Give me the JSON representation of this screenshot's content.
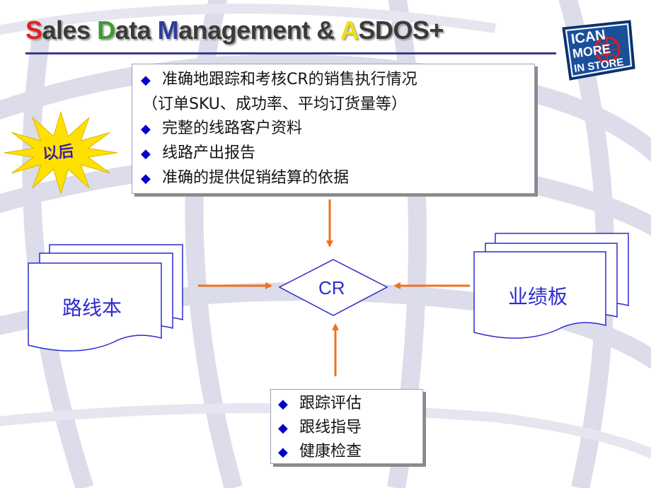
{
  "title": {
    "parts": [
      {
        "initial": "S",
        "rest": "ales "
      },
      {
        "initial": "D",
        "rest": "ata "
      },
      {
        "initial": "M",
        "rest": "anagement & "
      },
      {
        "initial": "A",
        "rest": "SDOS+"
      }
    ],
    "initial_colors": [
      "#e0231f",
      "#3f9b2f",
      "#2f3b9a",
      "#f0e010"
    ]
  },
  "logo": {
    "line1": "ICAN",
    "line2": "MORE",
    "line3": "IN STORE"
  },
  "star_label": "以后",
  "top_box": {
    "items": [
      {
        "bullet": "◆",
        "text": "准确地跟踪和考核CR的销售执行情况"
      },
      {
        "bullet": "",
        "text": "（订单SKU、成功率、平均订货量等）"
      },
      {
        "bullet": "◆",
        "text": "完整的线路客户资料"
      },
      {
        "bullet": "◆",
        "text": "线路产出报告"
      },
      {
        "bullet": "◆",
        "text": "准确的提供促销结算的依据"
      }
    ]
  },
  "left_doc_label": "路线本",
  "center_node_label": "CR",
  "right_doc_label": "业绩板",
  "bottom_box": {
    "items": [
      {
        "bullet": "◆",
        "text": "跟踪评估"
      },
      {
        "bullet": "◆",
        "text": "跟线指导"
      },
      {
        "bullet": "◆",
        "text": "健康检查"
      }
    ]
  },
  "colors": {
    "arrow": "#f07020",
    "doc_border": "#2b2bd0",
    "background_globe": "#dcdcea",
    "star_fill": "#ffe000"
  }
}
